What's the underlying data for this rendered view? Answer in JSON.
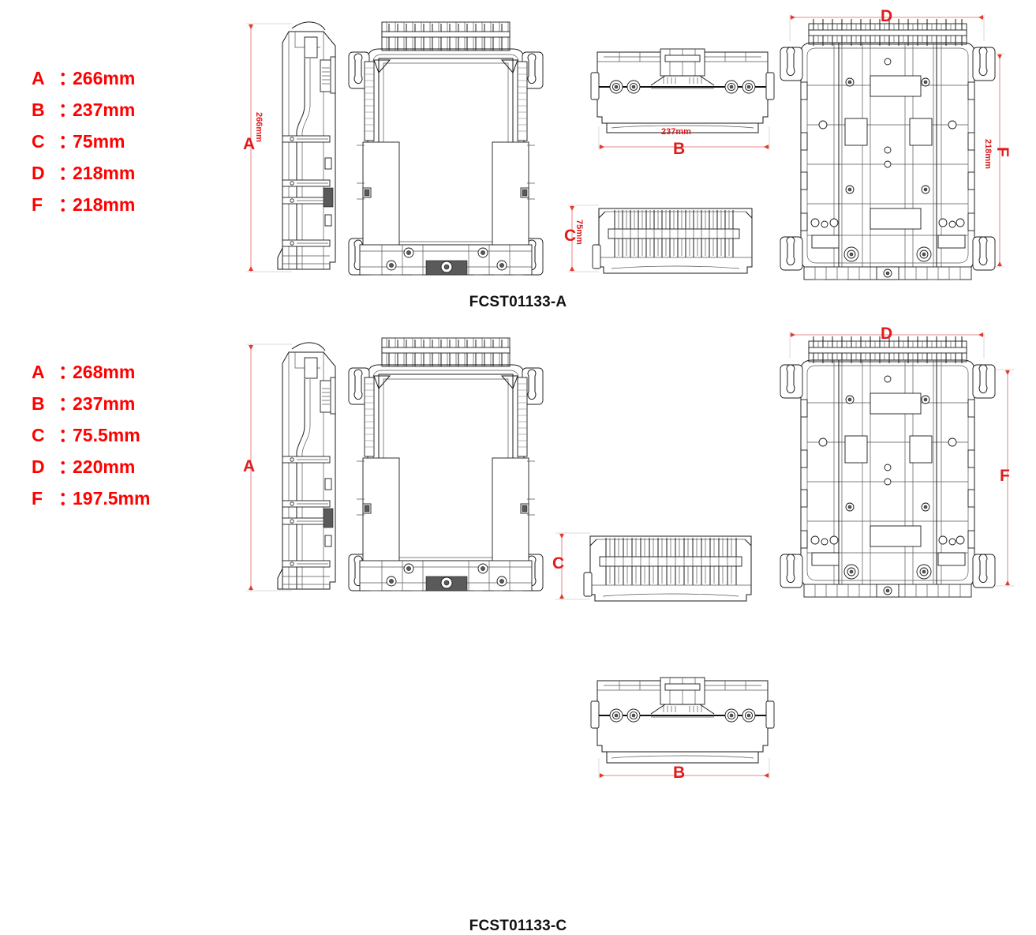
{
  "page": {
    "background": "#ffffff",
    "accent_red": "#ff0000",
    "line_color": "#1a1a1a"
  },
  "drawings": [
    {
      "id": "fcst01133-a",
      "model_label": "FCST01133-A",
      "legend": [
        {
          "key": "A",
          "separator": "：",
          "value": "266mm"
        },
        {
          "key": "B",
          "separator": "：",
          "value": "237mm"
        },
        {
          "key": "C",
          "separator": "：",
          "value": "75mm"
        },
        {
          "key": "D",
          "separator": "：",
          "value": "218mm"
        },
        {
          "key": "F",
          "separator": "：",
          "value": "218mm"
        }
      ],
      "dimension_callouts": [
        {
          "letter": "A",
          "text": "266mm",
          "orientation": "vertical",
          "view": "side-profile-view"
        },
        {
          "letter": "B",
          "text": "237mm",
          "orientation": "horizontal",
          "view": "top-view"
        },
        {
          "letter": "C",
          "text": "75mm",
          "orientation": "vertical",
          "view": "bottom-view"
        },
        {
          "letter": "D",
          "text": "",
          "orientation": "horizontal",
          "view": "rear-view"
        },
        {
          "letter": "F",
          "text": "218mm",
          "orientation": "vertical",
          "view": "rear-view"
        }
      ],
      "views": [
        {
          "name": "side-profile-view"
        },
        {
          "name": "front-view"
        },
        {
          "name": "top-view"
        },
        {
          "name": "bottom-view"
        },
        {
          "name": "rear-view"
        }
      ]
    },
    {
      "id": "fcst01133-c",
      "model_label": "FCST01133-C",
      "legend": [
        {
          "key": "A",
          "separator": "：",
          "value": "268mm"
        },
        {
          "key": "B",
          "separator": "：",
          "value": "237mm"
        },
        {
          "key": "C",
          "separator": "：",
          "value": "75.5mm"
        },
        {
          "key": "D",
          "separator": "：",
          "value": "220mm"
        },
        {
          "key": "F",
          "separator": "：",
          "value": "197.5mm"
        }
      ],
      "dimension_callouts": [
        {
          "letter": "A",
          "text": "",
          "orientation": "vertical",
          "view": "side-profile-view"
        },
        {
          "letter": "B",
          "text": "",
          "orientation": "horizontal",
          "view": "top-view"
        },
        {
          "letter": "C",
          "text": "",
          "orientation": "vertical",
          "view": "bottom-view"
        },
        {
          "letter": "D",
          "text": "",
          "orientation": "horizontal",
          "view": "rear-view"
        },
        {
          "letter": "F",
          "text": "",
          "orientation": "vertical",
          "view": "rear-view"
        }
      ],
      "views": [
        {
          "name": "side-profile-view"
        },
        {
          "name": "front-view"
        },
        {
          "name": "top-view"
        },
        {
          "name": "bottom-view"
        },
        {
          "name": "rear-view"
        }
      ]
    }
  ]
}
